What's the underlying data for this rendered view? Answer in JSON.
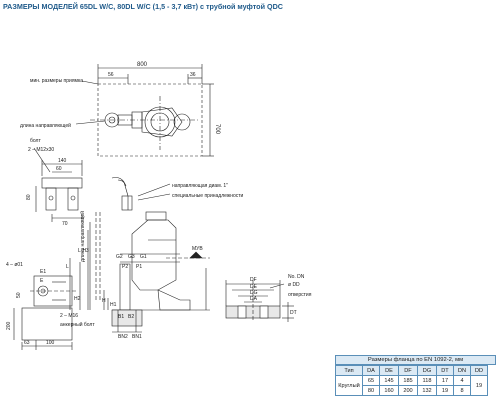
{
  "title": "РАЗМЕРЫ МОДЕЛЕЙ 65DL W/C, 80DL W/C (1,5 - 3,7 кВт) с трубной муфтой QDC",
  "top_view": {
    "min_size_label": "мин. размеры приямка",
    "guide_length_label": "длина направляющей",
    "dim_800": "800",
    "dim_56": "56",
    "dim_36": "36",
    "dim_700": "700"
  },
  "bolt_view": {
    "bolt_label": "болт",
    "bolt_spec": "2 – M12x30",
    "dim_140": "140",
    "dim_60": "60",
    "dim_70": "70",
    "dim_80": "80"
  },
  "side_view": {
    "guide_pipe_label": "направляющая диам. 1\"",
    "accessories_label": "специальные принадлежности",
    "guide_vertical_label": "длина направляющей",
    "mwl_label": "МУВ",
    "labels": [
      "G2",
      "G3",
      "G1",
      "P2",
      "P1",
      "B1",
      "B2",
      "BN2",
      "BN1",
      "H",
      "H1",
      "H2",
      "L",
      "L-H3"
    ],
    "anchor_label": "анкерный болт",
    "anchor_spec": "2 – M16",
    "hole_spec": "4 – ø01",
    "dim_50": "50",
    "dim_200": "200",
    "dim_63": "63",
    "dim_100": "100",
    "dim_E1": "E1",
    "dim_E": "E"
  },
  "flange": {
    "labels": [
      "DF",
      "DE",
      "DG",
      "DA",
      "No. DN",
      "ø  DD",
      "отверстия",
      "DT"
    ]
  },
  "table": {
    "caption": "Размеры фланца по EN 1092-2, мм",
    "headers": [
      "Тип",
      "DA",
      "DE",
      "DF",
      "DG",
      "DT",
      "DN",
      "DD"
    ],
    "type_label": "Круглый",
    "rows": [
      [
        "65",
        "145",
        "185",
        "118",
        "17",
        "4"
      ],
      [
        "80",
        "160",
        "200",
        "132",
        "19",
        "8"
      ]
    ],
    "dd_value": "19"
  }
}
